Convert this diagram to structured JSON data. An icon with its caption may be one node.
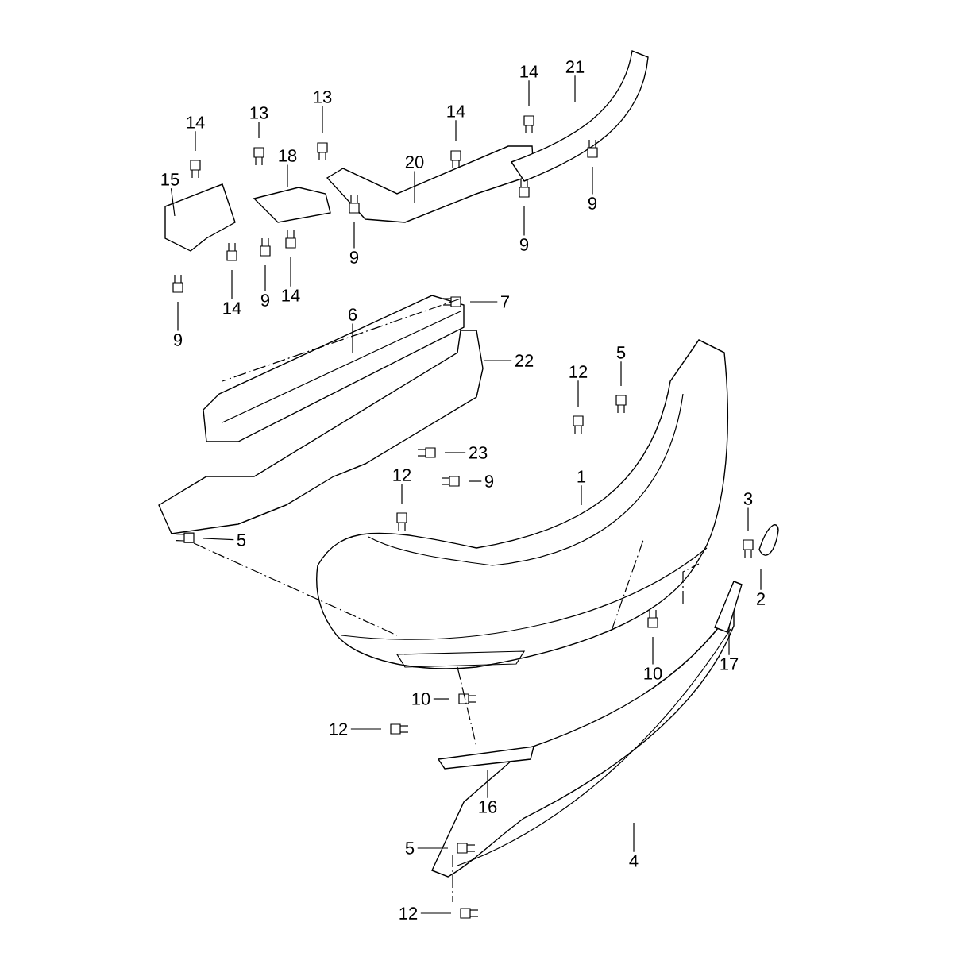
{
  "diagram": {
    "nodes": [
      {
        "text": [
          "14"
        ]
      },
      {
        "text": [
          "13"
        ]
      },
      {
        "text": [
          "13"
        ]
      },
      {
        "text": [
          "18"
        ]
      },
      {
        "text": [
          "15"
        ]
      },
      {
        "text": [
          "20"
        ]
      },
      {
        "text": [
          "14"
        ]
      },
      {
        "text": [
          "14"
        ]
      },
      {
        "text": [
          "21"
        ]
      },
      {
        "text": [
          "9"
        ]
      },
      {
        "text": [
          "9"
        ]
      },
      {
        "text": [
          "9"
        ]
      },
      {
        "text": [
          "9"
        ]
      },
      {
        "text": [
          "14"
        ]
      },
      {
        "text": [
          "14"
        ]
      },
      {
        "text": [
          "9"
        ]
      },
      {
        "text": [
          "7"
        ]
      },
      {
        "text": [
          "6"
        ]
      },
      {
        "text": [
          "22"
        ]
      },
      {
        "text": [
          "12"
        ]
      },
      {
        "text": [
          "5"
        ]
      },
      {
        "text": [
          "23"
        ]
      },
      {
        "text": [
          "12"
        ]
      },
      {
        "text": [
          "9"
        ]
      },
      {
        "text": [
          "1"
        ]
      },
      {
        "text": [
          "5"
        ]
      },
      {
        "text": [
          "3"
        ]
      },
      {
        "text": [
          "2"
        ]
      },
      {
        "text": [
          "17"
        ]
      },
      {
        "text": [
          "10"
        ]
      },
      {
        "text": [
          "10"
        ]
      },
      {
        "text": [
          "12"
        ]
      },
      {
        "text": [
          "16"
        ]
      },
      {
        "text": [
          "4"
        ]
      },
      {
        "text": [
          "5"
        ]
      },
      {
        "text": [
          "12"
        ]
      }
    ],
    "edges": [
      {
        "from": 0,
        "to": null,
        "arrow": "none"
      },
      {
        "from": 1,
        "to": null,
        "arrow": "none"
      },
      {
        "from": 2,
        "to": null,
        "arrow": "none"
      },
      {
        "from": 3,
        "to": null,
        "arrow": "none"
      },
      {
        "from": 4,
        "to": null,
        "arrow": "none"
      },
      {
        "from": 5,
        "to": null,
        "arrow": "none"
      },
      {
        "from": 6,
        "to": null,
        "arrow": "none"
      },
      {
        "from": 7,
        "to": null,
        "arrow": "none"
      },
      {
        "from": 8,
        "to": null,
        "arrow": "none"
      },
      {
        "from": 9,
        "to": null,
        "arrow": "none"
      },
      {
        "from": 10,
        "to": null,
        "arrow": "none"
      },
      {
        "from": 11,
        "to": null,
        "arrow": "none"
      },
      {
        "from": 12,
        "to": null,
        "arrow": "none"
      },
      {
        "from": 13,
        "to": null,
        "arrow": "none"
      },
      {
        "from": 14,
        "to": null,
        "arrow": "none"
      },
      {
        "from": 15,
        "to": null,
        "arrow": "none"
      },
      {
        "from": 16,
        "to": null,
        "arrow": "none"
      },
      {
        "from": 17,
        "to": null,
        "arrow": "none"
      },
      {
        "from": 18,
        "to": null,
        "arrow": "none"
      },
      {
        "from": 19,
        "to": null,
        "arrow": "none"
      },
      {
        "from": 20,
        "to": null,
        "arrow": "none"
      },
      {
        "from": 21,
        "to": null,
        "arrow": "none"
      },
      {
        "from": 22,
        "to": null,
        "arrow": "none"
      },
      {
        "from": 23,
        "to": null,
        "arrow": "none"
      },
      {
        "from": 24,
        "to": null,
        "arrow": "none"
      },
      {
        "from": 25,
        "to": null,
        "arrow": "none"
      },
      {
        "from": 26,
        "to": null,
        "arrow": "none"
      },
      {
        "from": 27,
        "to": null,
        "arrow": "none"
      },
      {
        "from": 28,
        "to": null,
        "arrow": "none"
      },
      {
        "from": 29,
        "to": null,
        "arrow": "none"
      },
      {
        "from": 30,
        "to": null,
        "arrow": "none"
      },
      {
        "from": 31,
        "to": null,
        "arrow": "none"
      },
      {
        "from": 32,
        "to": null,
        "arrow": "none"
      },
      {
        "from": 33,
        "to": null,
        "arrow": "none"
      },
      {
        "from": 34,
        "to": null,
        "arrow": "none"
      },
      {
        "from": 35,
        "to": null,
        "arrow": "none"
      }
    ]
  }
}
